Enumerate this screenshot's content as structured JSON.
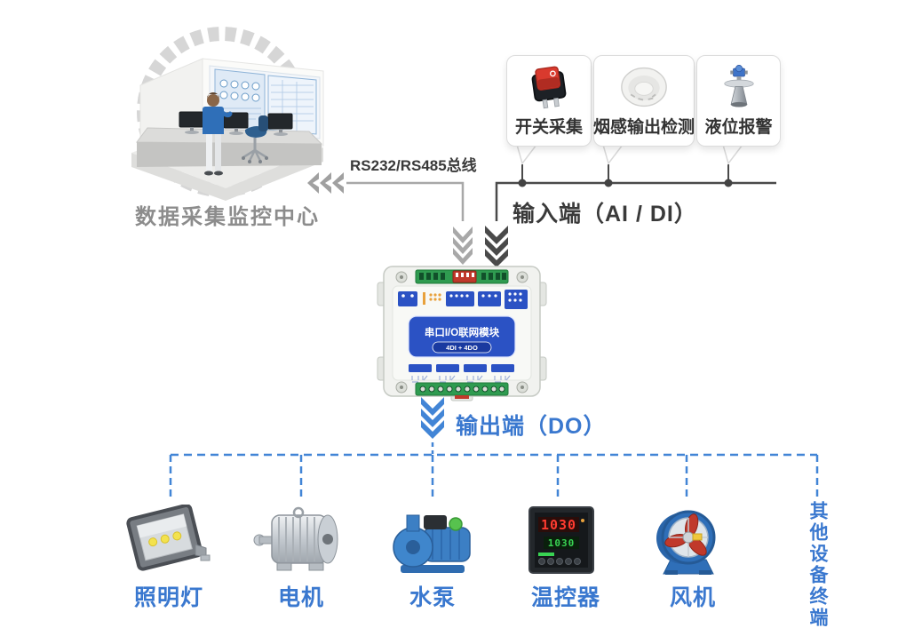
{
  "control_center": {
    "caption": "数据采集监控中心"
  },
  "connections": {
    "bus_label": "RS232/RS485总线",
    "input_label": "输入端（AI / DI）",
    "output_label": "输出端（DO）"
  },
  "sensors": [
    {
      "label": "开关采集",
      "icon": "rocker-switch-icon"
    },
    {
      "label": "烟感输出检测",
      "icon": "smoke-detector-icon"
    },
    {
      "label": "液位报警",
      "icon": "level-sensor-icon"
    }
  ],
  "module": {
    "title": "串口I/O联网模块",
    "badge": "4DI + 4DO"
  },
  "devices": [
    {
      "label": "照明灯",
      "icon": "floodlight-icon"
    },
    {
      "label": "电机",
      "icon": "motor-icon"
    },
    {
      "label": "水泵",
      "icon": "pump-icon"
    },
    {
      "label": "温控器",
      "icon": "thermostat-icon",
      "display_top": "1030",
      "display_bottom": "1030"
    },
    {
      "label": "风机",
      "icon": "fan-icon"
    }
  ],
  "other_terminal_label": "其他设备终端",
  "colors": {
    "accent_blue_text": "#3a78cf",
    "accent_blue_line": "#4285d6",
    "input_line_dark": "#4a4a4a",
    "bus_line_gray": "#a8a8a8",
    "caption_gray": "#8c8c8c",
    "module_panel_blue": "#2b52c4",
    "terminal_green": "#2f9b50",
    "switch_red": "#d93a2e"
  }
}
